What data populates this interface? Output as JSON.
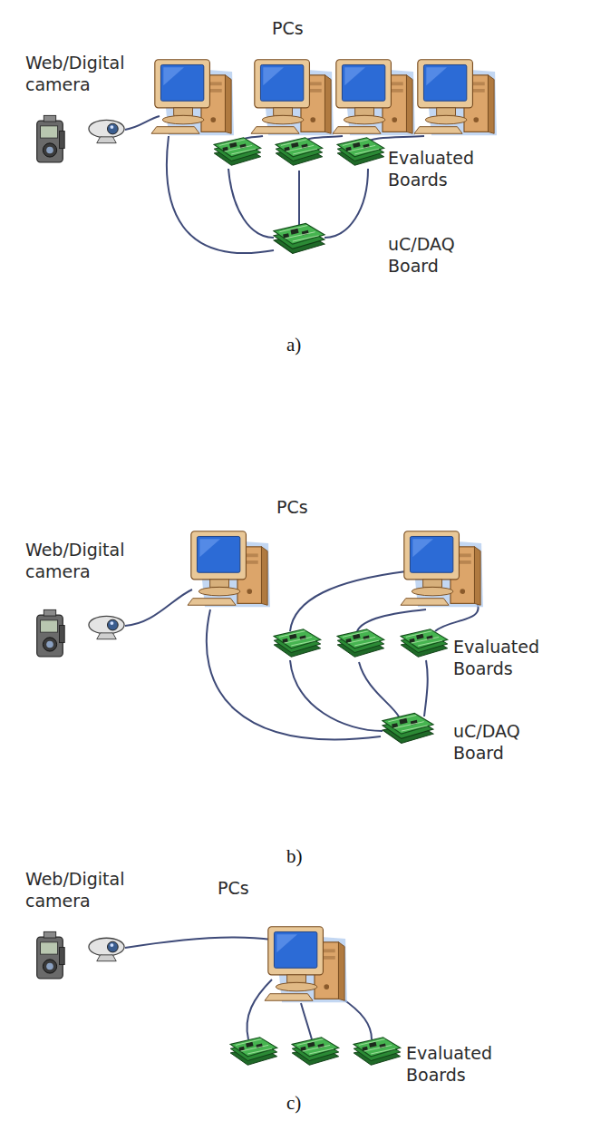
{
  "diagram": {
    "labels": [
      "PCs",
      "Web/Digital camera",
      "Evaluated Boards",
      "uC/DAQ Board",
      "a)",
      "PCs",
      "Web/Digital camera",
      "Evaluated Boards",
      "uC/DAQ Board",
      "b)",
      "Web/Digital camera",
      "PCs",
      "Evaluated Boards",
      "c)"
    ]
  }
}
